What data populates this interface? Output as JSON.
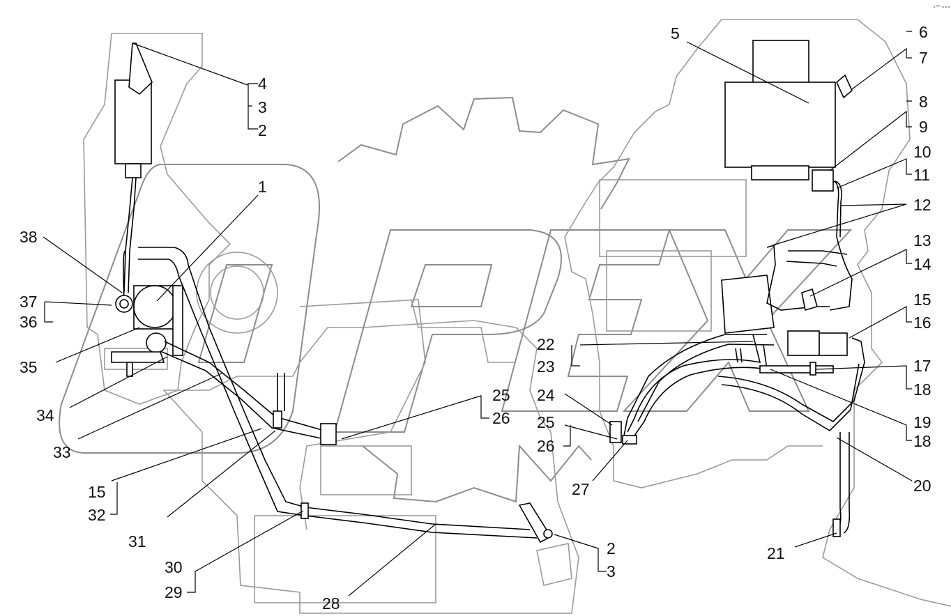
{
  "corner_mark": "∘⁰⁰ ∘∘∘",
  "callouts": [
    {
      "id": "1",
      "text": "1"
    },
    {
      "id": "2a",
      "text": "2"
    },
    {
      "id": "2b",
      "text": "2"
    },
    {
      "id": "3a",
      "text": "3"
    },
    {
      "id": "3b",
      "text": "3"
    },
    {
      "id": "4",
      "text": "4"
    },
    {
      "id": "5",
      "text": "5"
    },
    {
      "id": "6",
      "text": "6"
    },
    {
      "id": "7",
      "text": "7"
    },
    {
      "id": "8",
      "text": "8"
    },
    {
      "id": "9",
      "text": "9"
    },
    {
      "id": "10",
      "text": "10"
    },
    {
      "id": "11",
      "text": "11"
    },
    {
      "id": "12",
      "text": "12"
    },
    {
      "id": "13",
      "text": "13"
    },
    {
      "id": "14",
      "text": "14"
    },
    {
      "id": "15a",
      "text": "15"
    },
    {
      "id": "15b",
      "text": "15"
    },
    {
      "id": "16",
      "text": "16"
    },
    {
      "id": "17",
      "text": "17"
    },
    {
      "id": "18a",
      "text": "18"
    },
    {
      "id": "18b",
      "text": "18"
    },
    {
      "id": "19",
      "text": "19"
    },
    {
      "id": "20",
      "text": "20"
    },
    {
      "id": "21",
      "text": "21"
    },
    {
      "id": "22",
      "text": "22"
    },
    {
      "id": "23",
      "text": "23"
    },
    {
      "id": "24",
      "text": "24"
    },
    {
      "id": "25a",
      "text": "25"
    },
    {
      "id": "25b",
      "text": "25"
    },
    {
      "id": "26a",
      "text": "26"
    },
    {
      "id": "26b",
      "text": "26"
    },
    {
      "id": "27",
      "text": "27"
    },
    {
      "id": "28",
      "text": "28"
    },
    {
      "id": "29",
      "text": "29"
    },
    {
      "id": "30",
      "text": "30"
    },
    {
      "id": "31",
      "text": "31"
    },
    {
      "id": "32",
      "text": "32"
    },
    {
      "id": "33",
      "text": "33"
    },
    {
      "id": "34",
      "text": "34"
    },
    {
      "id": "35",
      "text": "35"
    },
    {
      "id": "36",
      "text": "36"
    },
    {
      "id": "37",
      "text": "37"
    },
    {
      "id": "38",
      "text": "38"
    }
  ]
}
